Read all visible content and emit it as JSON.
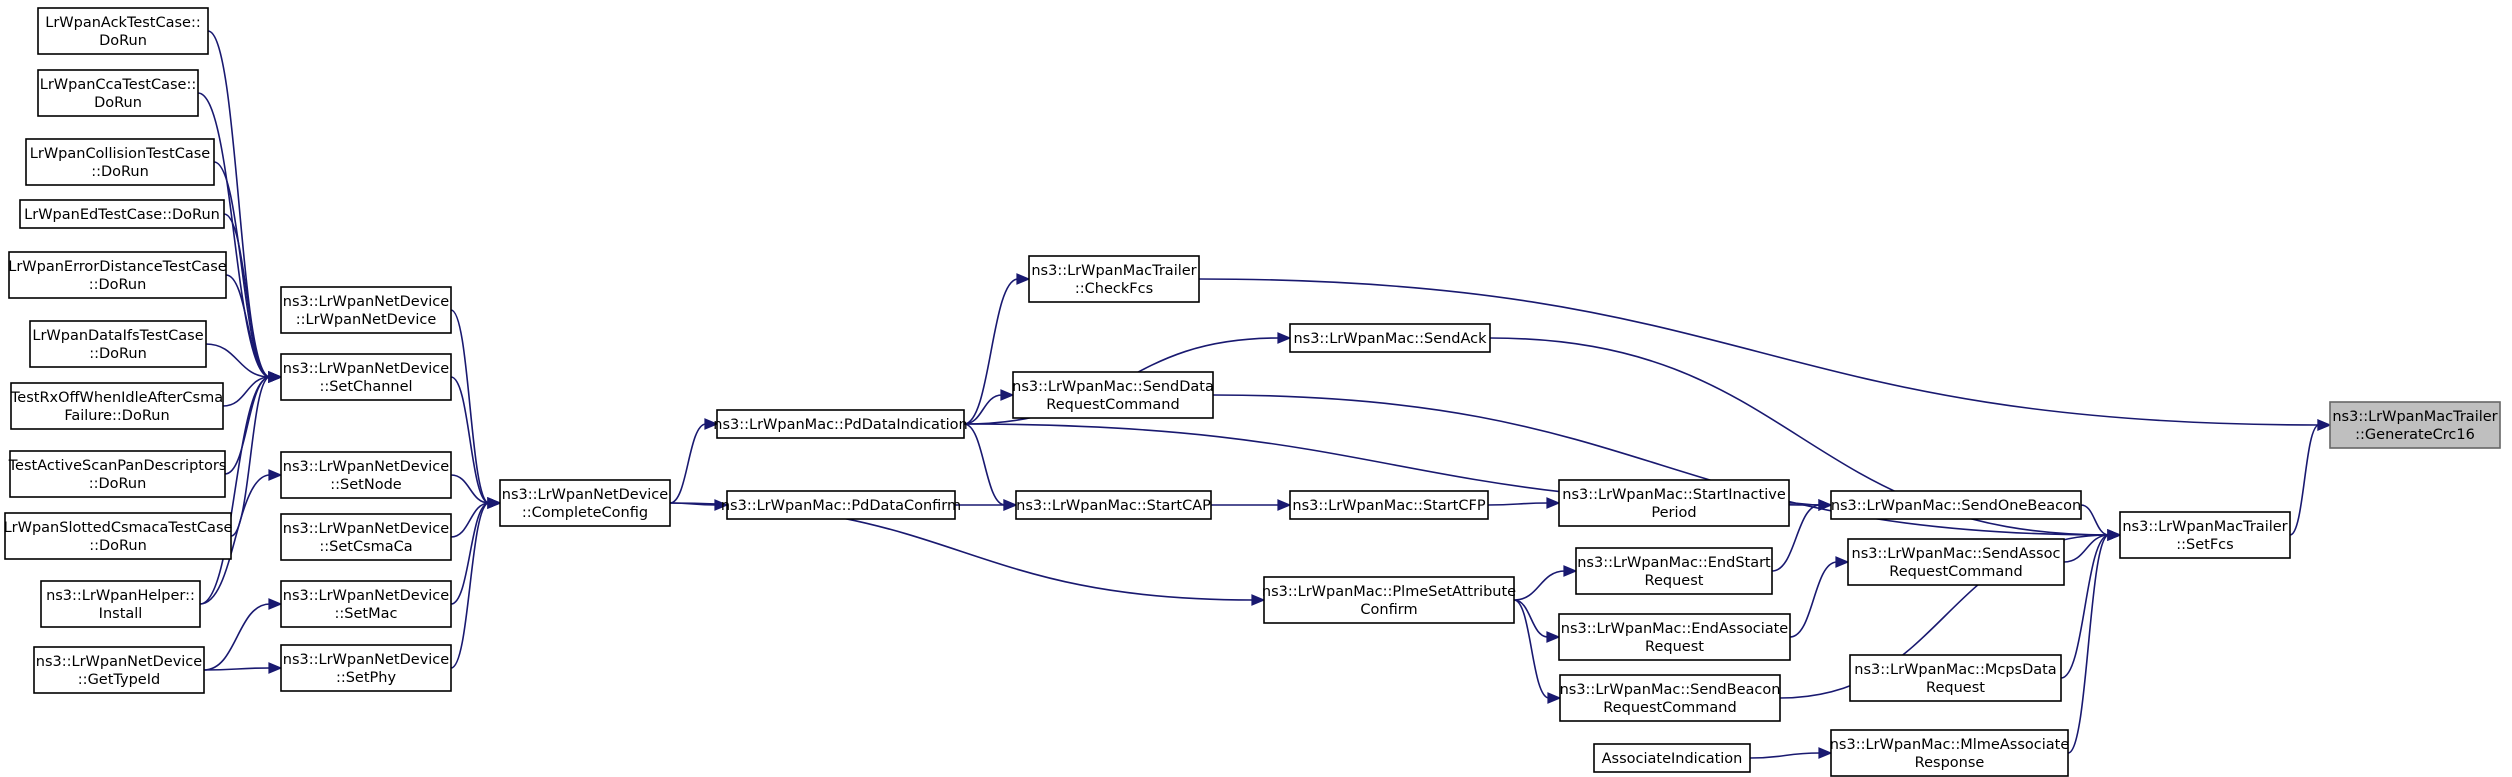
{
  "graph": {
    "nodes": [
      {
        "id": "ack",
        "lines": [
          "LrWpanAckTestCase::",
          "DoRun"
        ]
      },
      {
        "id": "cca",
        "lines": [
          "LrWpanCcaTestCase::",
          "DoRun"
        ]
      },
      {
        "id": "coll",
        "lines": [
          "LrWpanCollisionTestCase",
          "::DoRun"
        ]
      },
      {
        "id": "ed",
        "lines": [
          "LrWpanEdTestCase::DoRun"
        ]
      },
      {
        "id": "errd",
        "lines": [
          "LrWpanErrorDistanceTestCase",
          "::DoRun"
        ]
      },
      {
        "id": "difs",
        "lines": [
          "LrWpanDataIfsTestCase",
          "::DoRun"
        ]
      },
      {
        "id": "rxoff",
        "lines": [
          "TestRxOffWhenIdleAfterCsma",
          "Failure::DoRun"
        ]
      },
      {
        "id": "scan",
        "lines": [
          "TestActiveScanPanDescriptors",
          "::DoRun"
        ]
      },
      {
        "id": "slot",
        "lines": [
          "LrWpanSlottedCsmacaTestCase",
          "::DoRun"
        ]
      },
      {
        "id": "helper",
        "lines": [
          "ns3::LrWpanHelper::",
          "Install"
        ]
      },
      {
        "id": "typeid",
        "lines": [
          "ns3::LrWpanNetDevice",
          "::GetTypeId"
        ]
      },
      {
        "id": "ctor",
        "lines": [
          "ns3::LrWpanNetDevice",
          "::LrWpanNetDevice"
        ]
      },
      {
        "id": "setch",
        "lines": [
          "ns3::LrWpanNetDevice",
          "::SetChannel"
        ]
      },
      {
        "id": "setnode",
        "lines": [
          "ns3::LrWpanNetDevice",
          "::SetNode"
        ]
      },
      {
        "id": "setcsma",
        "lines": [
          "ns3::LrWpanNetDevice",
          "::SetCsmaCa"
        ]
      },
      {
        "id": "setmac",
        "lines": [
          "ns3::LrWpanNetDevice",
          "::SetMac"
        ]
      },
      {
        "id": "setphy",
        "lines": [
          "ns3::LrWpanNetDevice",
          "::SetPhy"
        ]
      },
      {
        "id": "complete",
        "lines": [
          "ns3::LrWpanNetDevice",
          "::CompleteConfig"
        ]
      },
      {
        "id": "pdind",
        "lines": [
          "ns3::LrWpanMac::PdDataIndication"
        ]
      },
      {
        "id": "pdconf",
        "lines": [
          "ns3::LrWpanMac::PdDataConfirm"
        ]
      },
      {
        "id": "checkfcs",
        "lines": [
          "ns3::LrWpanMacTrailer",
          "::CheckFcs"
        ]
      },
      {
        "id": "sendack",
        "lines": [
          "ns3::LrWpanMac::SendAck"
        ]
      },
      {
        "id": "senddata",
        "lines": [
          "ns3::LrWpanMac::SendData",
          "RequestCommand"
        ]
      },
      {
        "id": "startcap",
        "lines": [
          "ns3::LrWpanMac::StartCAP"
        ]
      },
      {
        "id": "startcfp",
        "lines": [
          "ns3::LrWpanMac::StartCFP"
        ]
      },
      {
        "id": "inactive",
        "lines": [
          "ns3::LrWpanMac::StartInactive",
          "Period"
        ]
      },
      {
        "id": "plme",
        "lines": [
          "ns3::LrWpanMac::PlmeSetAttribute",
          "Confirm"
        ]
      },
      {
        "id": "endstart",
        "lines": [
          "ns3::LrWpanMac::EndStart",
          "Request"
        ]
      },
      {
        "id": "endassoc",
        "lines": [
          "ns3::LrWpanMac::EndAssociate",
          "Request"
        ]
      },
      {
        "id": "sendbeaconreq",
        "lines": [
          "ns3::LrWpanMac::SendBeacon",
          "RequestCommand"
        ]
      },
      {
        "id": "assocind",
        "lines": [
          "AssociateIndication"
        ]
      },
      {
        "id": "sendonebeacon",
        "lines": [
          "ns3::LrWpanMac::SendOneBeacon"
        ]
      },
      {
        "id": "sendassoc",
        "lines": [
          "ns3::LrWpanMac::SendAssoc",
          "RequestCommand"
        ]
      },
      {
        "id": "mcps",
        "lines": [
          "ns3::LrWpanMac::McpsData",
          "Request"
        ]
      },
      {
        "id": "mlme",
        "lines": [
          "ns3::LrWpanMac::MlmeAssociate",
          "Response"
        ]
      },
      {
        "id": "setfcs",
        "lines": [
          "ns3::LrWpanMacTrailer",
          "::SetFcs"
        ]
      },
      {
        "id": "gencrc",
        "lines": [
          "ns3::LrWpanMacTrailer",
          "::GenerateCrc16"
        ],
        "root": true
      }
    ],
    "edges": [
      [
        "ack",
        "setch"
      ],
      [
        "cca",
        "setch"
      ],
      [
        "coll",
        "setch"
      ],
      [
        "ed",
        "setch"
      ],
      [
        "errd",
        "setch"
      ],
      [
        "difs",
        "setch"
      ],
      [
        "rxoff",
        "setch"
      ],
      [
        "scan",
        "setch"
      ],
      [
        "slot",
        "setch"
      ],
      [
        "helper",
        "setch"
      ],
      [
        "helper",
        "setnode"
      ],
      [
        "typeid",
        "setmac"
      ],
      [
        "typeid",
        "setphy"
      ],
      [
        "ctor",
        "complete"
      ],
      [
        "setch",
        "complete"
      ],
      [
        "setnode",
        "complete"
      ],
      [
        "setcsma",
        "complete"
      ],
      [
        "setmac",
        "complete"
      ],
      [
        "setphy",
        "complete"
      ],
      [
        "complete",
        "pdind"
      ],
      [
        "complete",
        "pdconf"
      ],
      [
        "complete",
        "plme"
      ],
      [
        "pdind",
        "checkfcs"
      ],
      [
        "pdind",
        "sendack"
      ],
      [
        "pdind",
        "senddata"
      ],
      [
        "pdind",
        "startcap"
      ],
      [
        "pdind",
        "sendonebeacon"
      ],
      [
        "pdconf",
        "startcap"
      ],
      [
        "startcap",
        "startcfp"
      ],
      [
        "startcfp",
        "inactive"
      ],
      [
        "inactive",
        "sendonebeacon"
      ],
      [
        "plme",
        "endstart"
      ],
      [
        "plme",
        "endassoc"
      ],
      [
        "plme",
        "sendbeaconreq"
      ],
      [
        "endstart",
        "sendonebeacon"
      ],
      [
        "endassoc",
        "sendassoc"
      ],
      [
        "assocind",
        "mlme"
      ],
      [
        "checkfcs",
        "gencrc"
      ],
      [
        "sendack",
        "setfcs"
      ],
      [
        "senddata",
        "setfcs"
      ],
      [
        "sendonebeacon",
        "setfcs"
      ],
      [
        "sendassoc",
        "setfcs"
      ],
      [
        "sendbeaconreq",
        "setfcs"
      ],
      [
        "mcps",
        "setfcs"
      ],
      [
        "mlme",
        "setfcs"
      ],
      [
        "setfcs",
        "gencrc"
      ]
    ]
  }
}
